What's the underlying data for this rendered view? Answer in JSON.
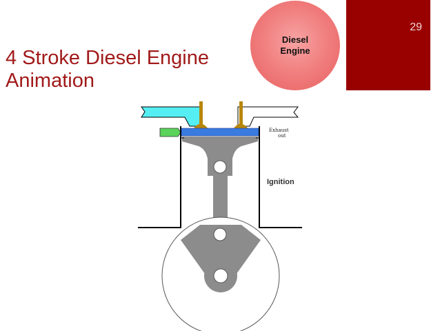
{
  "slide": {
    "title_line1": "4 Stroke Diesel Engine",
    "title_line2": "Animation",
    "number": "29"
  },
  "badge": {
    "line1": "Diesel",
    "line2": "Engine"
  },
  "diagram": {
    "exhaust_label_line1": "Exhaust",
    "exhaust_label_line2": "out",
    "stroke_label": "Ignition"
  },
  "colors": {
    "title": "#a11a1a",
    "corner_box": "#990000",
    "badge": "#f08080",
    "intake_port": "#55eef2",
    "fuel_injector": "#5ad35a",
    "combustion": "#3a7be0",
    "valves": "#b8860b",
    "engine_parts": "#8c8c8c"
  }
}
